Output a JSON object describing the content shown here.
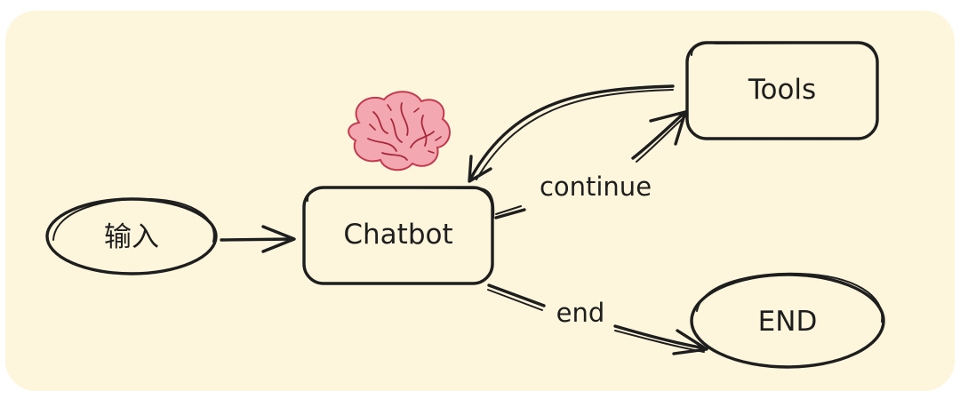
{
  "diagram": {
    "nodes": {
      "input": {
        "label": "输入",
        "shape": "ellipse"
      },
      "chatbot": {
        "label": "Chatbot",
        "shape": "rounded-rectangle"
      },
      "tools": {
        "label": "Tools",
        "shape": "rounded-rectangle"
      },
      "end": {
        "label": "END",
        "shape": "ellipse"
      }
    },
    "edges": {
      "continue": {
        "label": "continue",
        "from": "Chatbot",
        "to": "Tools"
      },
      "end": {
        "label": "end",
        "from": "Chatbot",
        "to": "END"
      },
      "tools_return": {
        "label": "",
        "from": "Tools",
        "to": "Chatbot"
      },
      "input_to_chatbot": {
        "label": "",
        "from": "输入",
        "to": "Chatbot"
      }
    },
    "icon": "brain-icon",
    "colors": {
      "background": "#fdf6dc",
      "stroke": "#1e1e1e",
      "brain_fill": "#f2a7b1",
      "brain_stroke": "#c23a4f"
    }
  }
}
